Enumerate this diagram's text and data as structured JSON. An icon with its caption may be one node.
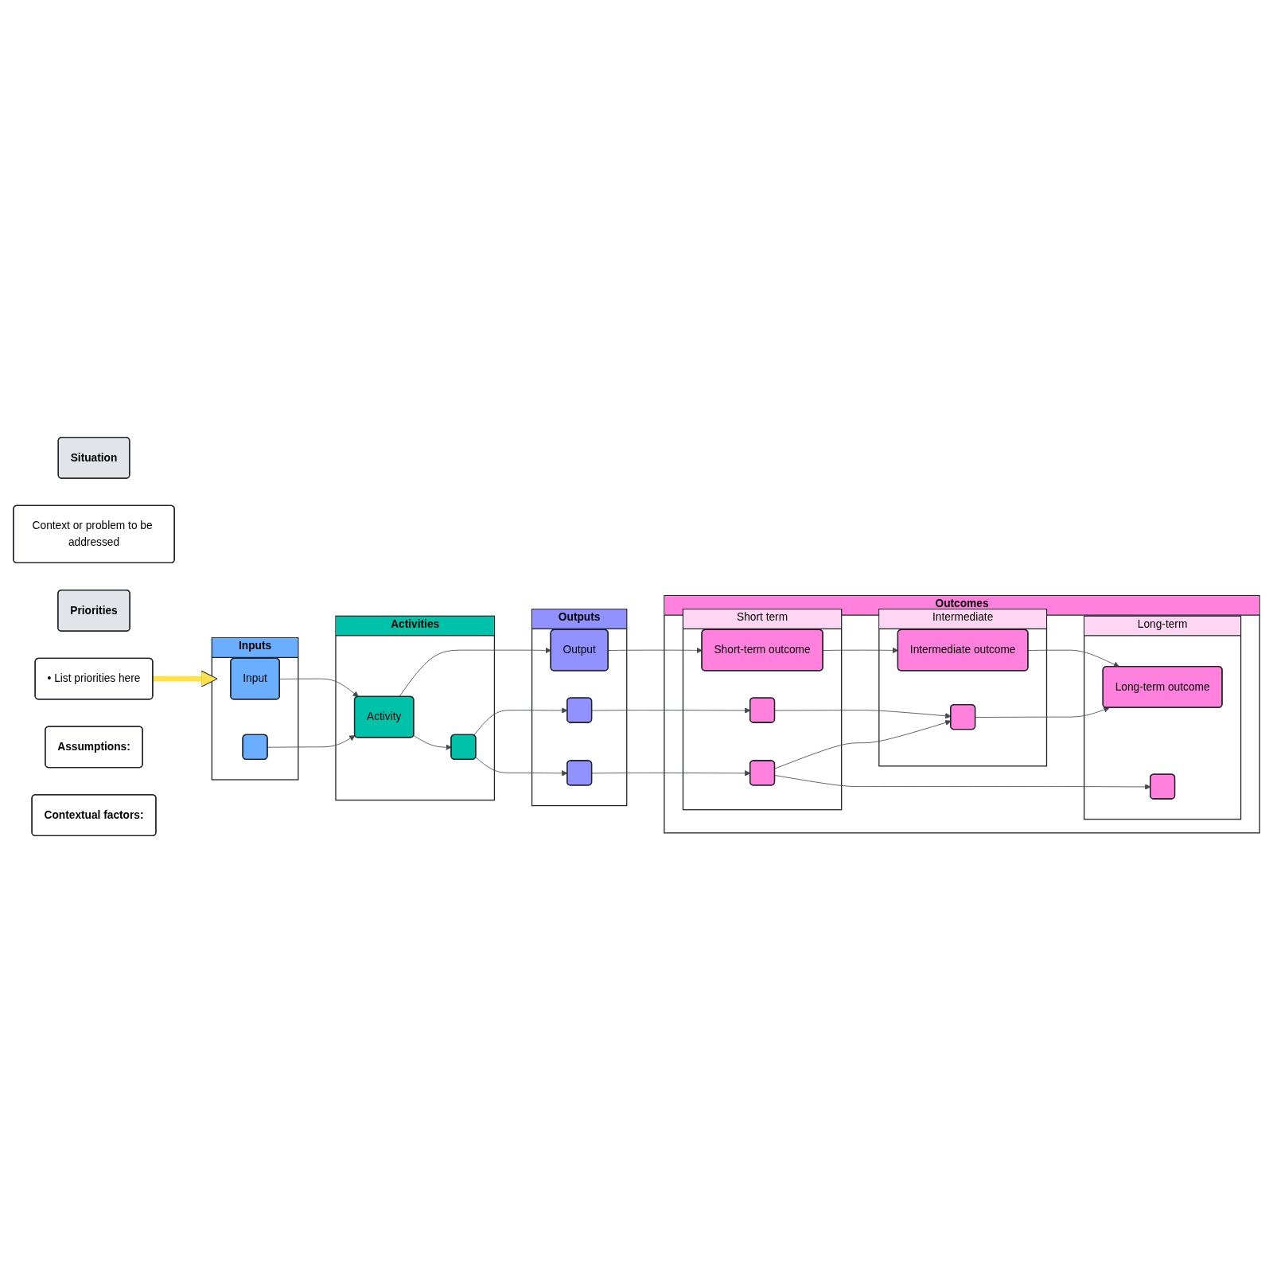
{
  "diagram": {
    "nodes": [
      {
        "text": [
          "Situation"
        ]
      },
      {
        "text": [
          "Context or problem to be addressed"
        ]
      },
      {
        "text": [
          "Priorities"
        ]
      },
      {
        "text": [
          "• List priorities here"
        ]
      },
      {
        "text": [
          "Inputs"
        ]
      },
      {
        "text": [
          "Input"
        ],
        "in": 4
      },
      {
        "text": [],
        "shape": "box",
        "in": 4
      },
      {
        "text": [
          "Activities"
        ]
      },
      {
        "text": [
          "Activity"
        ],
        "in": 7
      },
      {
        "text": [],
        "shape": "box",
        "in": 7
      },
      {
        "text": [
          "Outputs"
        ]
      },
      {
        "text": [
          "Output"
        ],
        "in": 10
      },
      {
        "text": [],
        "shape": "box",
        "in": 10
      },
      {
        "text": [],
        "shape": "box",
        "in": 10
      },
      {
        "text": [
          "Outcomes"
        ]
      },
      {
        "text": [
          "Short term"
        ],
        "in": 14
      },
      {
        "text": [
          "Short-term outcome"
        ],
        "in": 15
      },
      {
        "text": [],
        "shape": "box",
        "in": 15
      },
      {
        "text": [],
        "shape": "box",
        "in": 15
      },
      {
        "text": [
          "Intermediate"
        ],
        "in": 14
      },
      {
        "text": [
          "Intermediate outcome"
        ],
        "in": 19
      },
      {
        "text": [],
        "shape": "box",
        "in": 19
      },
      {
        "text": [
          "Long-term"
        ],
        "in": 14
      },
      {
        "text": [
          "Long-term outcome"
        ],
        "in": 22
      },
      {
        "text": [],
        "shape": "box",
        "in": 22
      },
      {
        "text": [
          "Assumptions:"
        ]
      },
      {
        "text": [
          "Contextual factors:"
        ]
      }
    ],
    "edges": [
      {
        "from": 3,
        "to": 4,
        "arrow": "to",
        "style": "thick",
        "color": "#ffe14a"
      },
      {
        "from": 5,
        "to": 8,
        "arrow": "to"
      },
      {
        "from": 6,
        "to": 8,
        "arrow": "to"
      },
      {
        "from": 8,
        "to": 9,
        "arrow": "to"
      },
      {
        "from": 8,
        "to": 11,
        "arrow": "to"
      },
      {
        "from": 9,
        "to": 12,
        "arrow": "to"
      },
      {
        "from": 9,
        "to": 13,
        "arrow": "to"
      },
      {
        "from": 11,
        "to": 16,
        "arrow": "to"
      },
      {
        "from": 12,
        "to": 17,
        "arrow": "to"
      },
      {
        "from": 13,
        "to": 18,
        "arrow": "to"
      },
      {
        "from": 16,
        "to": 20,
        "arrow": "to"
      },
      {
        "from": 20,
        "to": 23,
        "arrow": "to"
      },
      {
        "from": 17,
        "to": 21,
        "arrow": "to"
      },
      {
        "from": 21,
        "to": 23,
        "arrow": "to"
      },
      {
        "from": 18,
        "to": 21,
        "arrow": "to"
      },
      {
        "from": 18,
        "to": 24,
        "arrow": "to"
      }
    ]
  }
}
